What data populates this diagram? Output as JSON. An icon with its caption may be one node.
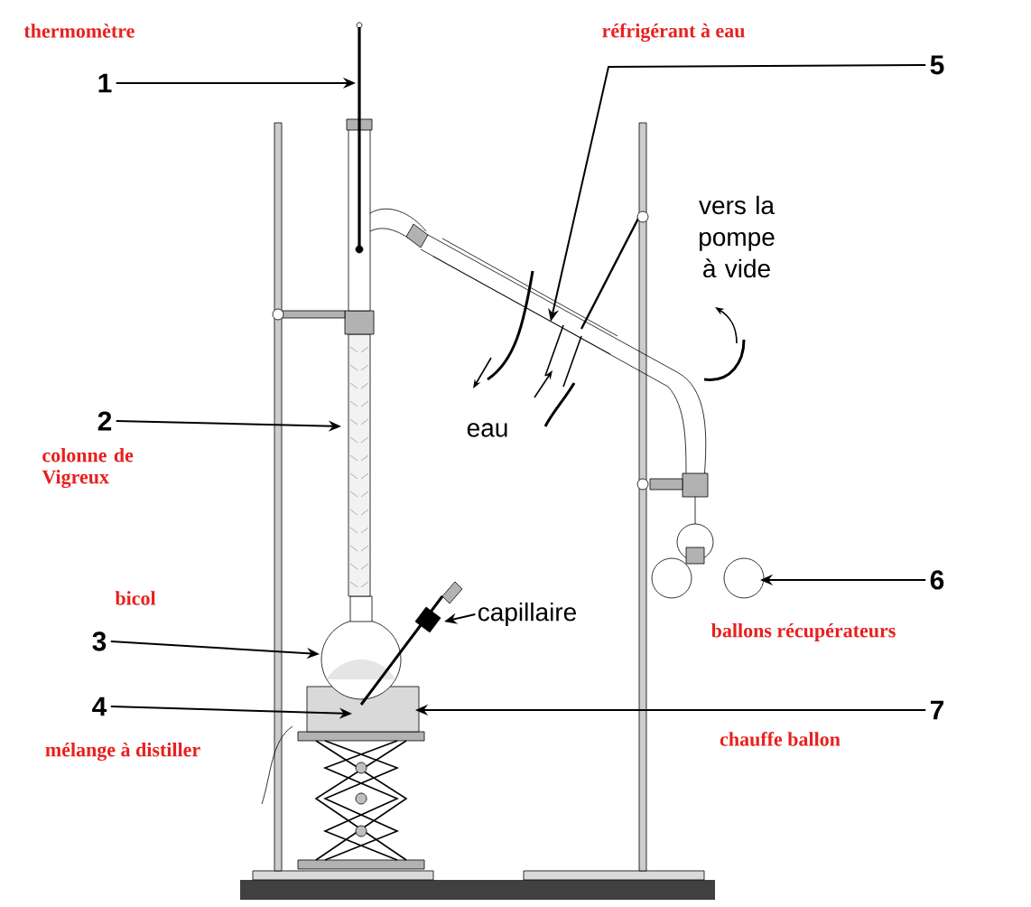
{
  "diagram": {
    "nodes": [
      {
        "text": [
          "1"
        ]
      },
      {
        "text": [
          "2"
        ]
      },
      {
        "text": [
          "3"
        ]
      },
      {
        "text": [
          "4"
        ]
      },
      {
        "text": [
          "5"
        ]
      },
      {
        "text": [
          "6"
        ]
      },
      {
        "text": [
          "7"
        ]
      },
      {
        "text": [
          "capillaire"
        ]
      }
    ],
    "edges": [
      {
        "from": 0,
        "to": null,
        "arrow": "to"
      },
      {
        "from": 1,
        "to": null,
        "arrow": "to"
      },
      {
        "from": 2,
        "to": null,
        "arrow": "to"
      },
      {
        "from": 3,
        "to": null,
        "arrow": "to"
      },
      {
        "from": 4,
        "to": null,
        "arrow": "to"
      },
      {
        "from": 5,
        "to": null,
        "arrow": "to"
      },
      {
        "from": 6,
        "to": null,
        "arrow": "to"
      },
      {
        "from": 7,
        "to": null,
        "arrow": "to"
      }
    ],
    "labels": [
      "thermomètre",
      "réfrigérant à eau",
      "vers la pompe à vide",
      "colonne de Vigreux",
      "eau",
      "bicol",
      "ballons récupérateurs",
      "mélange à distiller",
      "chauffe ballon"
    ]
  }
}
